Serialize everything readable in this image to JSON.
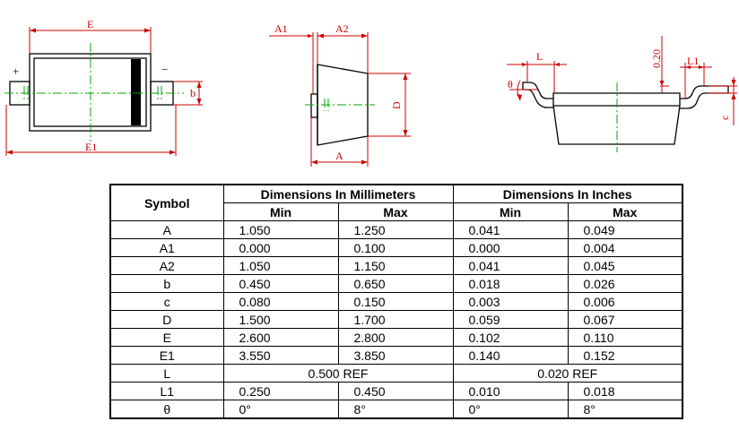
{
  "drawing_labels": {
    "E": "E",
    "E1": "E1",
    "b": "b",
    "plus": "+",
    "minus": "−",
    "A1": "A1",
    "A2": "A2",
    "D": "D",
    "A": "A",
    "L": "L",
    "theta": "θ",
    "lead_020": "0.20",
    "L1": "L1",
    "c": "c"
  },
  "table": {
    "symbol_header": "Symbol",
    "mm_header": "Dimensions In Millimeters",
    "in_header": "Dimensions In Inches",
    "min_label": "Min",
    "max_label": "Max",
    "rows": [
      {
        "symbol": "A",
        "mm_min": "1.050",
        "mm_max": "1.250",
        "in_min": "0.041",
        "in_max": "0.049"
      },
      {
        "symbol": "A1",
        "mm_min": "0.000",
        "mm_max": "0.100",
        "in_min": "0.000",
        "in_max": "0.004"
      },
      {
        "symbol": "A2",
        "mm_min": "1.050",
        "mm_max": "1.150",
        "in_min": "0.041",
        "in_max": "0.045"
      },
      {
        "symbol": "b",
        "mm_min": "0.450",
        "mm_max": "0.650",
        "in_min": "0.018",
        "in_max": "0.026"
      },
      {
        "symbol": "c",
        "mm_min": "0.080",
        "mm_max": "0.150",
        "in_min": "0.003",
        "in_max": "0.006"
      },
      {
        "symbol": "D",
        "mm_min": "1.500",
        "mm_max": "1.700",
        "in_min": "0.059",
        "in_max": "0.067"
      },
      {
        "symbol": "E",
        "mm_min": "2.600",
        "mm_max": "2.800",
        "in_min": "0.102",
        "in_max": "0.110"
      },
      {
        "symbol": "E1",
        "mm_min": "3.550",
        "mm_max": "3.850",
        "in_min": "0.140",
        "in_max": "0.152"
      },
      {
        "symbol": "L",
        "mm_ref": "0.500 REF",
        "in_ref": "0.020 REF"
      },
      {
        "symbol": "L1",
        "mm_min": "0.250",
        "mm_max": "0.450",
        "in_min": "0.010",
        "in_max": "0.018"
      },
      {
        "symbol": "θ",
        "mm_min": "0°",
        "mm_max": "8°",
        "in_min": "0°",
        "in_max": "8°"
      }
    ]
  }
}
